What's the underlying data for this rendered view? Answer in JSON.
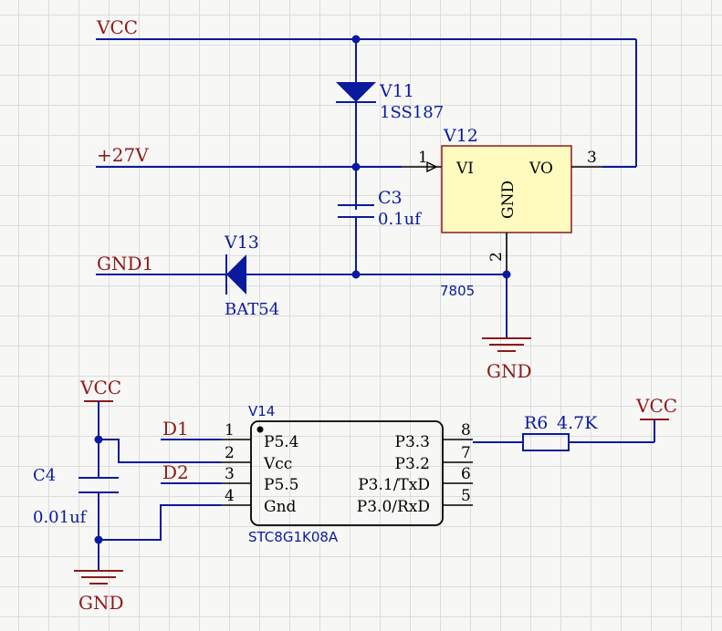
{
  "nets": {
    "vcc_top": "VCC",
    "v27": "+27V",
    "gnd1": "GND1",
    "gnd_reg": "GND",
    "vcc_c4": "VCC",
    "gnd_c4": "GND",
    "d1": "D1",
    "d2": "D2",
    "vcc_r6": "VCC"
  },
  "components": {
    "v11": {
      "designator": "V11",
      "value": "1SS187"
    },
    "v12": {
      "designator": "V12",
      "value": "7805",
      "pins": {
        "vi": "VI",
        "vo": "VO",
        "gnd": "GND"
      },
      "pin_numbers": {
        "vi": "1",
        "vo": "3",
        "gnd": "2"
      }
    },
    "c3": {
      "designator": "C3",
      "value": "0.1uf"
    },
    "v13": {
      "designator": "V13",
      "value": "BAT54"
    },
    "c4": {
      "designator": "C4",
      "value": "0.01uf"
    },
    "r6": {
      "designator": "R6",
      "value": "4.7K"
    },
    "v14": {
      "designator": "V14",
      "value": "STC8G1K08A",
      "left_pins": [
        {
          "num": "1",
          "name": "P5.4"
        },
        {
          "num": "2",
          "name": "Vcc"
        },
        {
          "num": "3",
          "name": "P5.5"
        },
        {
          "num": "4",
          "name": "Gnd"
        }
      ],
      "right_pins": [
        {
          "num": "8",
          "name": "P3.3"
        },
        {
          "num": "7",
          "name": "P3.2"
        },
        {
          "num": "6",
          "name": "P3.1/TxD"
        },
        {
          "num": "5",
          "name": "P3.0/RxD"
        }
      ]
    }
  },
  "colors": {
    "wire": "#0a1a9e",
    "net_label": "#8b1a1a",
    "regulator_body": "#fffbbf",
    "grid": "#dcdcdc"
  }
}
